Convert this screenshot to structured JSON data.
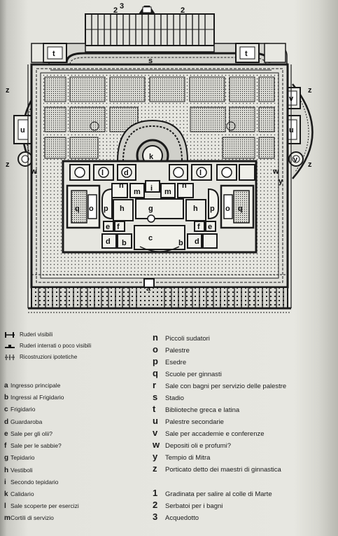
{
  "plan_labels": {
    "top_numbers": [
      "2",
      "3",
      "2"
    ],
    "cells": {
      "t": "t",
      "s": "s",
      "z": "z",
      "u": "u",
      "v": "v",
      "w": "w",
      "y": "y",
      "k": "k",
      "l": "l",
      "d": "d",
      "n": "n",
      "m": "m",
      "i": "i",
      "q": "q",
      "o": "o",
      "p": "p",
      "h": "h",
      "g": "g",
      "e": "e",
      "f": "f",
      "c": "c",
      "b": "b",
      "a": "a"
    }
  },
  "symbols": [
    {
      "icon": "ruin-visible-icon",
      "label": "Ruderi visibili"
    },
    {
      "icon": "ruin-buried-icon",
      "label": "Ruderi interrati o poco visibili"
    },
    {
      "icon": "hypothetical-icon",
      "label": "Ricostruzioni ipotetiche"
    }
  ],
  "legend_left": [
    {
      "key": "a",
      "label": "Ingresso principale"
    },
    {
      "key": "b",
      "label": "Ingressi al Frigidario"
    },
    {
      "key": "c",
      "label": "Frigidario"
    },
    {
      "key": "d",
      "label": "Guardaroba"
    },
    {
      "key": "e",
      "label": "Sale per gli olii?"
    },
    {
      "key": "f",
      "label": "Sale per le sabbie?"
    },
    {
      "key": "g",
      "label": "Tepidario"
    },
    {
      "key": "h",
      "label": "Vestiboli"
    },
    {
      "key": "i",
      "label": "Secondo tepidario"
    },
    {
      "key": "k",
      "label": "Calidario"
    },
    {
      "key": "l",
      "label": "Sale scoperte per esercizi"
    },
    {
      "key": "m",
      "label": "Cortili di servizio"
    }
  ],
  "legend_right": [
    {
      "key": "n",
      "label": "Piccoli sudatori"
    },
    {
      "key": "o",
      "label": "Palestre"
    },
    {
      "key": "p",
      "label": "Esedre"
    },
    {
      "key": "q",
      "label": "Scuole per ginnasti"
    },
    {
      "key": "r",
      "label": "Sale con bagni per servizio delle palestre"
    },
    {
      "key": "s",
      "label": "Stadio"
    },
    {
      "key": "t",
      "label": "Biblioteche greca e latina"
    },
    {
      "key": "u",
      "label": "Palestre secondarie"
    },
    {
      "key": "v",
      "label": "Sale per accademie e conferenze"
    },
    {
      "key": "w",
      "label": "Depositi oli e profumi?"
    },
    {
      "key": "y",
      "label": "Tempio di Mitra"
    },
    {
      "key": "z",
      "label": "Porticato detto dei maestri di ginnastica"
    }
  ],
  "legend_numbers": [
    {
      "key": "1",
      "label": "Gradinata per salire al colle di Marte"
    },
    {
      "key": "2",
      "label": "Serbatoi per i bagni"
    },
    {
      "key": "3",
      "label": "Acquedotto"
    }
  ]
}
